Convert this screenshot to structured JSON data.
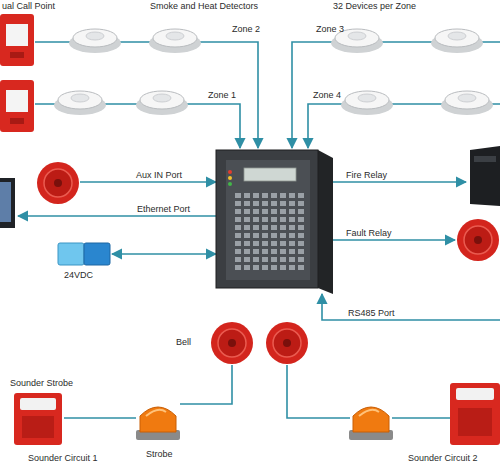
{
  "diagram": {
    "labels": [
      "ual Call Point",
      "Smoke and Heat Detectors",
      "32 Devices per Zone",
      "Zone 2",
      "Zone 3",
      "Zone 1",
      "Zone 4",
      "Aux IN Port",
      "Fire Relay",
      "Ethernet Port",
      "Fault Relay",
      "24VDC",
      "RS485 Port",
      "Bell",
      "Sounder Strobe",
      "Strobe",
      "Sounder Circuit 1",
      "Sounder Circuit 2"
    ]
  }
}
